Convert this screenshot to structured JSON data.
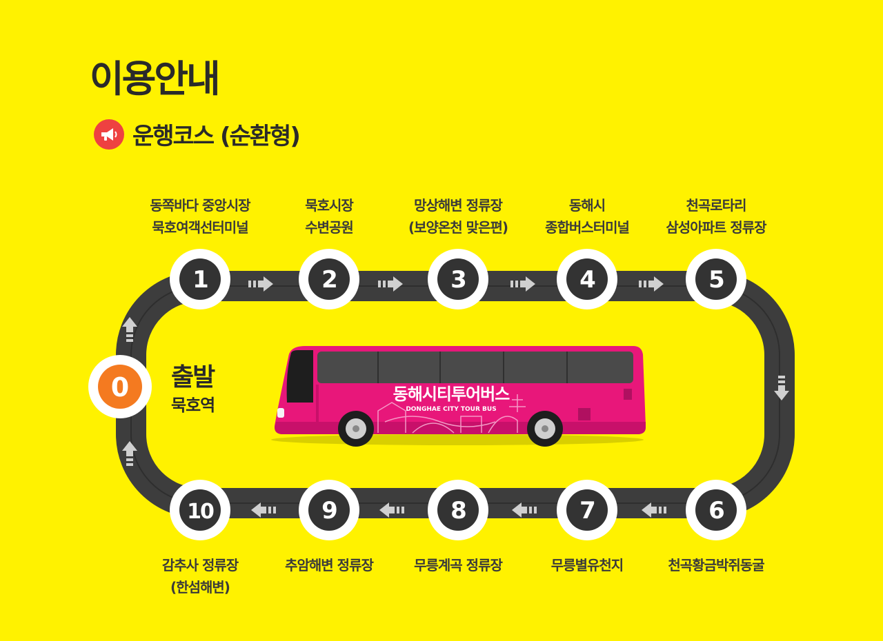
{
  "page_title": "이용안내",
  "section_title": "운행코스 (순환형)",
  "icons": {
    "section": "megaphone-icon",
    "direction": "arrow-icon"
  },
  "colors": {
    "background": "#FFF200",
    "road": "#3D3D3D",
    "stop_circle": "#FFFFFF",
    "stop_number": "#333333",
    "start_circle": "#F47A20",
    "bus": "#E8177A",
    "megaphone": "#EE4141"
  },
  "start": {
    "number": "0",
    "title": "출발",
    "subtitle": "묵호역"
  },
  "stops": [
    {
      "number": "1",
      "lines": [
        "동쪽바다 중앙시장",
        "묵호여객선터미널"
      ]
    },
    {
      "number": "2",
      "lines": [
        "묵호시장",
        "수변공원"
      ]
    },
    {
      "number": "3",
      "lines": [
        "망상해변 정류장",
        "(보양온천 맞은편)"
      ]
    },
    {
      "number": "4",
      "lines": [
        "동해시",
        "종합버스터미널"
      ]
    },
    {
      "number": "5",
      "lines": [
        "천곡로타리",
        "삼성아파트 정류장"
      ]
    },
    {
      "number": "6",
      "lines": [
        "천곡황금박쥐동굴"
      ]
    },
    {
      "number": "7",
      "lines": [
        "무릉별유천지"
      ]
    },
    {
      "number": "8",
      "lines": [
        "무릉계곡 정류장"
      ]
    },
    {
      "number": "9",
      "lines": [
        "추암해변 정류장"
      ]
    },
    {
      "number": "10",
      "lines": [
        "감추사 정류장",
        "(한섬해변)"
      ]
    }
  ],
  "bus": {
    "name": "동해시티투어버스",
    "name_en": "DONGHAE CITY TOUR BUS"
  }
}
